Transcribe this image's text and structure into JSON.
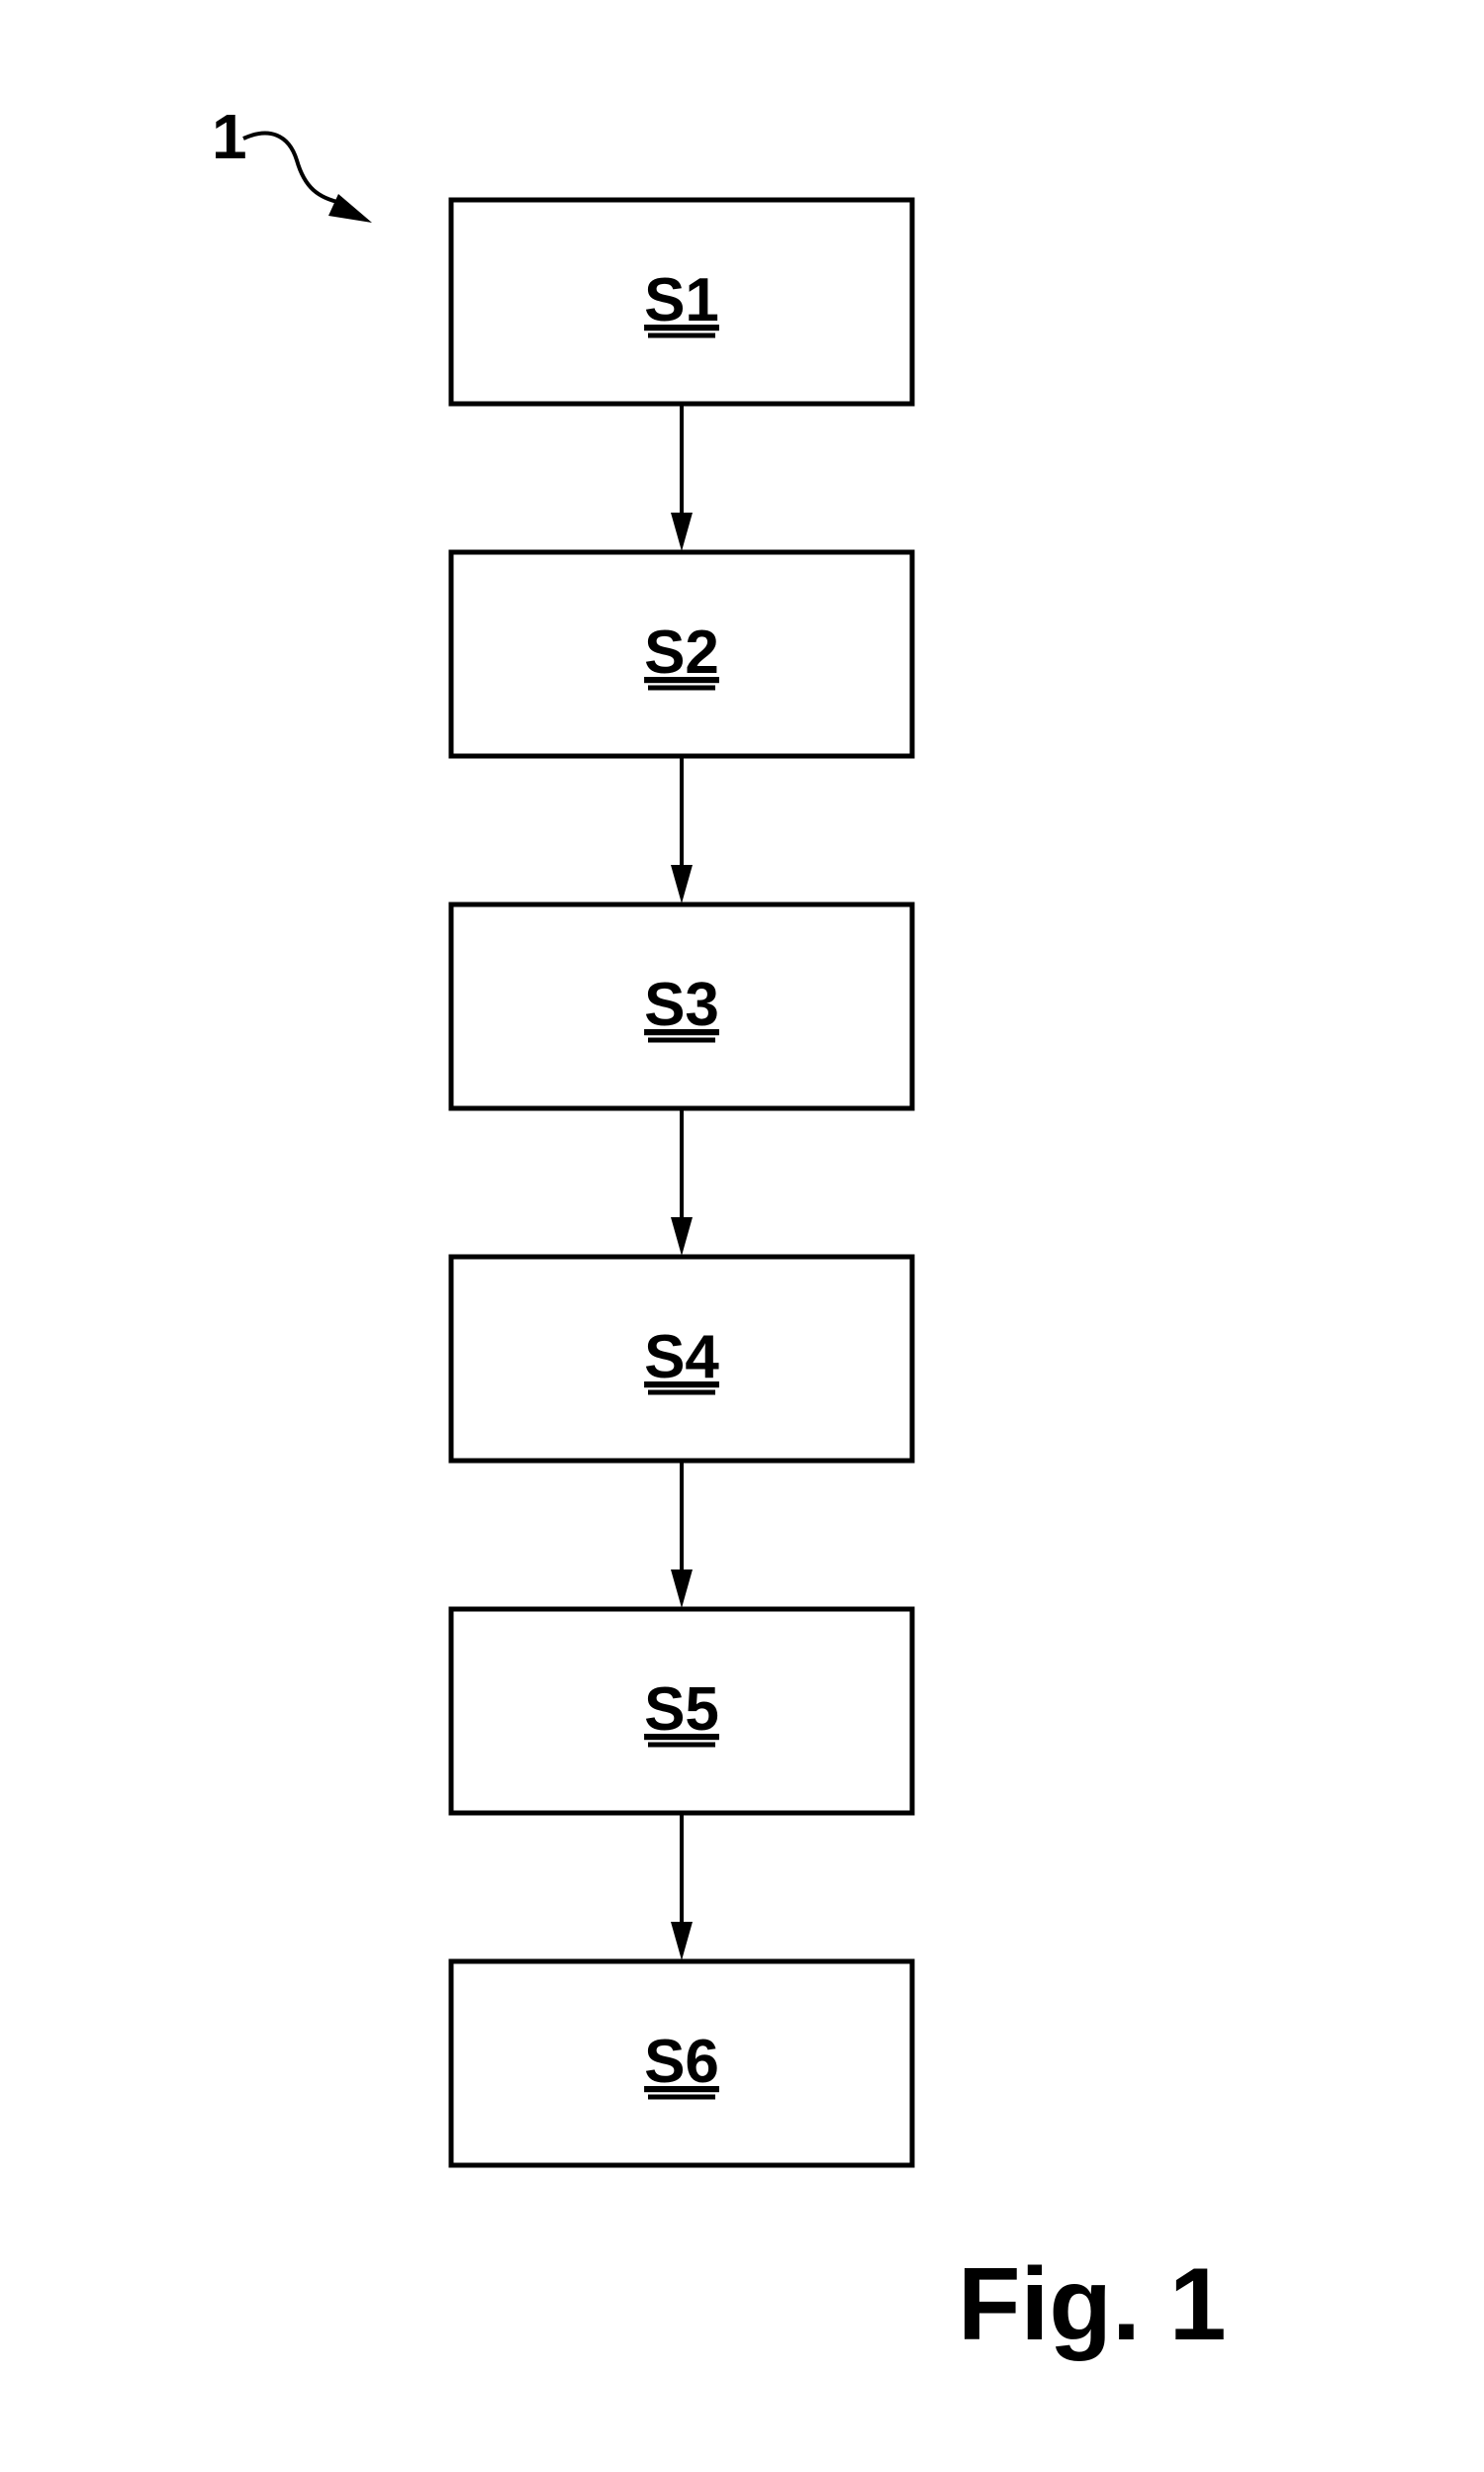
{
  "diagram": {
    "reference_numeral": "1",
    "caption": "Fig. 1",
    "steps": [
      {
        "label": "S1"
      },
      {
        "label": "S2"
      },
      {
        "label": "S3"
      },
      {
        "label": "S4"
      },
      {
        "label": "S5"
      },
      {
        "label": "S6"
      }
    ]
  }
}
